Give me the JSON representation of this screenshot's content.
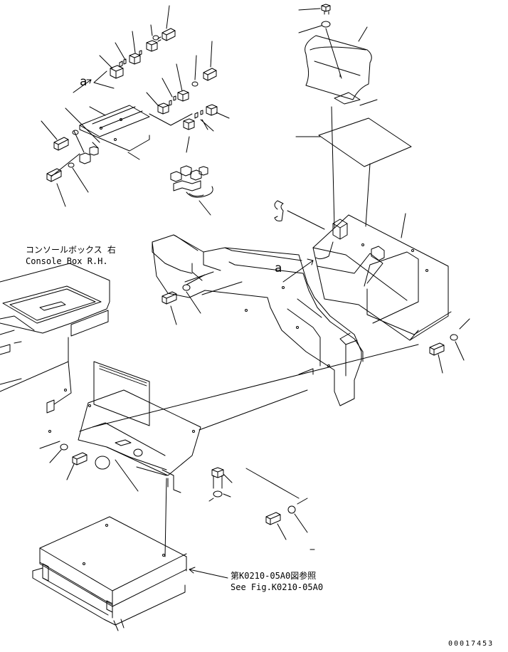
{
  "labels": {
    "console_box_ja": "コンソールボックス 右",
    "console_box_en": "Console Box R.H.",
    "see_fig_ja": "第K0210-05A0図参照",
    "see_fig_en": "See Fig.K0210-05A0",
    "ref_a_top": "a",
    "ref_a_mid": "a",
    "drawing_code": "00017453"
  },
  "colors": {
    "ink": "#000000",
    "paper": "#ffffff"
  }
}
